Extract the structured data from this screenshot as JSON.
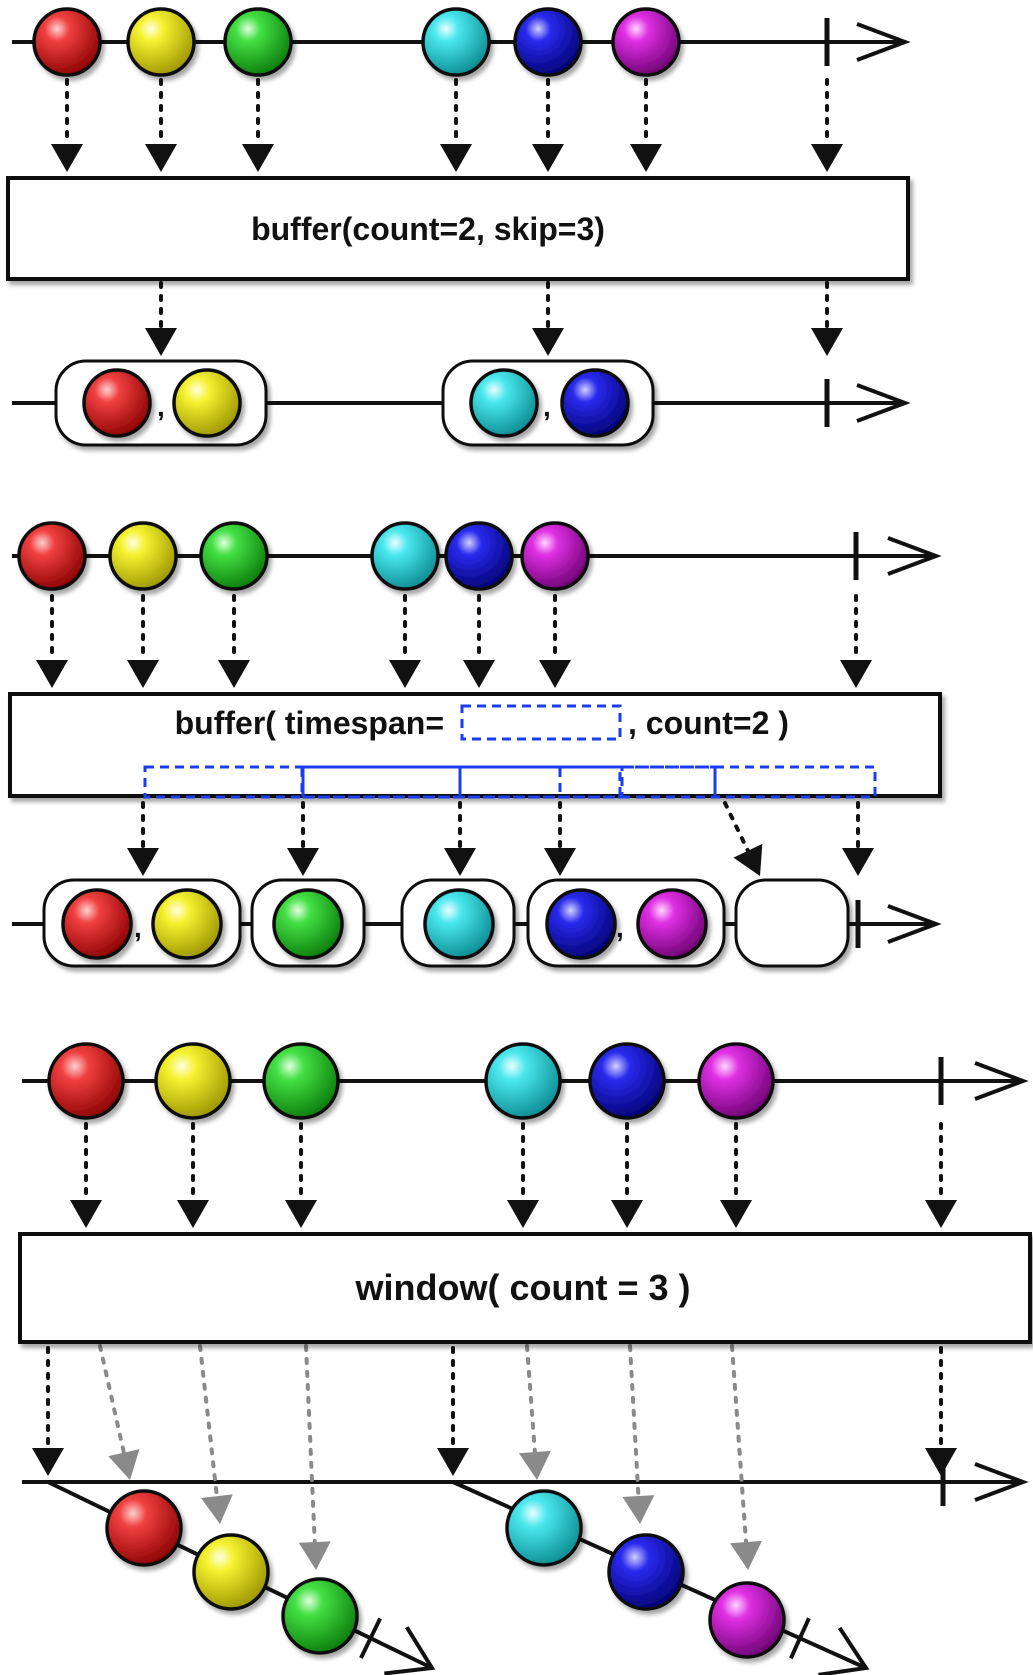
{
  "colors": {
    "red": "#e01010",
    "yellow": "#f2ee0e",
    "green": "#2ed62e",
    "cyan": "#35e6ec",
    "blue": "#1010dd",
    "magenta": "#d21ad6",
    "line": "#111111",
    "dash_blue": "#1b3df0",
    "gray_arrow": "#8a8a8a"
  },
  "sections": [
    {
      "id": "buffer-count-skip",
      "operator_label": "buffer(count=2, skip=3)",
      "input_marbles": [
        "red",
        "yellow",
        "green",
        "cyan",
        "blue",
        "magenta"
      ],
      "output_buffers": [
        [
          "red",
          "yellow"
        ],
        [
          "cyan",
          "blue"
        ]
      ]
    },
    {
      "id": "buffer-timespan-count",
      "operator_label_left": "buffer( timespan=",
      "operator_label_right": ", count=2 )",
      "input_marbles": [
        "red",
        "yellow",
        "green",
        "cyan",
        "blue",
        "magenta"
      ],
      "output_buffers": [
        [
          "red",
          "yellow"
        ],
        [
          "green"
        ],
        [
          "cyan"
        ],
        [
          "blue",
          "magenta"
        ],
        []
      ]
    },
    {
      "id": "window-count",
      "operator_label": "window( count = 3 )",
      "input_marbles": [
        "red",
        "yellow",
        "green",
        "cyan",
        "blue",
        "magenta"
      ],
      "output_windows": [
        [
          "red",
          "yellow",
          "green"
        ],
        [
          "cyan",
          "blue",
          "magenta"
        ]
      ]
    }
  ],
  "comma": ","
}
